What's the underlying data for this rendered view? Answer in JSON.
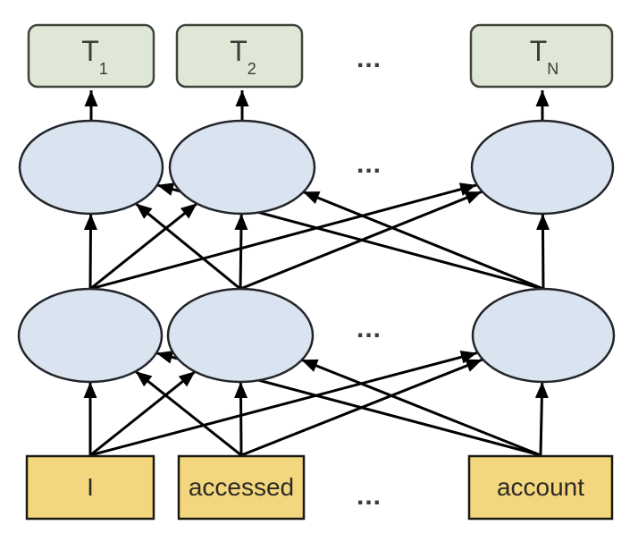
{
  "diagram": {
    "output_nodes": [
      {
        "main": "T",
        "sub": "1"
      },
      {
        "main": "T",
        "sub": "2"
      },
      {
        "main": "T",
        "sub": "N"
      }
    ],
    "input_tokens": [
      "I",
      "accessed",
      "account"
    ],
    "ellipsis": "...",
    "colors": {
      "background": "#ffffff",
      "output_fill": "#dfe8d6",
      "output_stroke": "#40443a",
      "hidden_fill": "#dae3f0",
      "hidden_stroke": "#22252a",
      "input_fill": "#f3d67d",
      "input_stroke": "#1a1a12",
      "arrow": "#000000",
      "label": "#3c3c38",
      "input_label": "#2b2b25"
    }
  }
}
